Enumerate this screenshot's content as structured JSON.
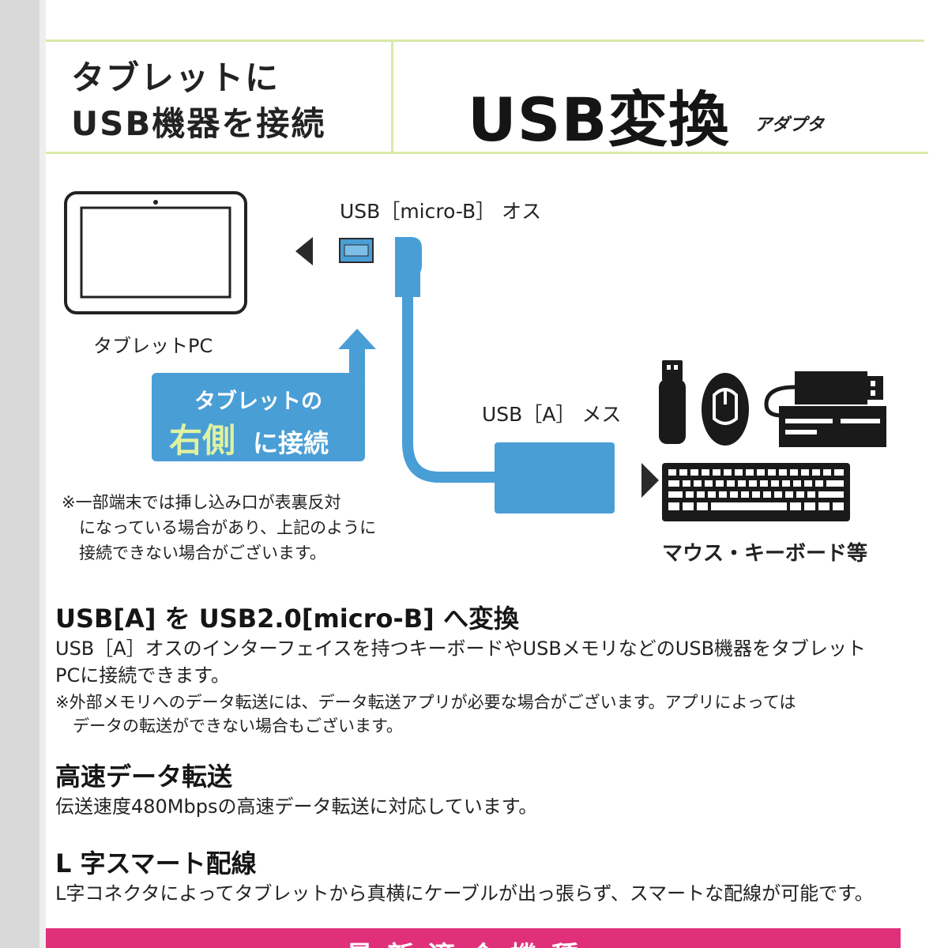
{
  "header": {
    "left_line1": "タブレットに",
    "left_line2": "USB機器を接続",
    "title": "USB変換",
    "subtitle": "アダプタ"
  },
  "diagram": {
    "micro_b_label": "USB［micro-B］ オス",
    "tablet_label": "タブレットPC",
    "usb_a_label": "USB［A］ メス",
    "devices_label": "マウス・キーボード等",
    "callout_line1": "タブレットの",
    "callout_right": "右側",
    "callout_connect": "に接続",
    "note_line1": "※一部端末では挿し込み口が表裏反対",
    "note_line2": "になっている場合があり、上記のように",
    "note_line3": "接続できない場合がございます。",
    "cable_color": "#4a9ed6",
    "callout_color": "#4a9ed6",
    "callout_accent_color": "#dff2a0"
  },
  "sections": {
    "usb_convert": {
      "title": "USB[A] を USB2.0[micro-B] へ変換",
      "body_line1": "USB［A］オスのインターフェイスを持つキーボードやUSBメモリなどのUSB機器をタブレット",
      "body_line2": "PCに接続できます。",
      "note_line1": "※外部メモリへのデータ転送には、データ転送アプリが必要な場合がございます。アプリによっては",
      "note_line2": "データの転送ができない場合もございます。"
    },
    "high_speed": {
      "title": "高速データ転送",
      "body": "伝送速度480Mbpsの高速データ転送に対応しています。"
    },
    "l_shape": {
      "title": "L 字スマート配線",
      "body": "L字コネクタによってタブレットから真横にケーブルが出っ張らず、スマートな配線が可能です。"
    }
  },
  "footer": {
    "banner_text": "最新適合機種",
    "banner_color": "#e0307a"
  },
  "theme": {
    "header_line_color": "#d8e9a8"
  }
}
